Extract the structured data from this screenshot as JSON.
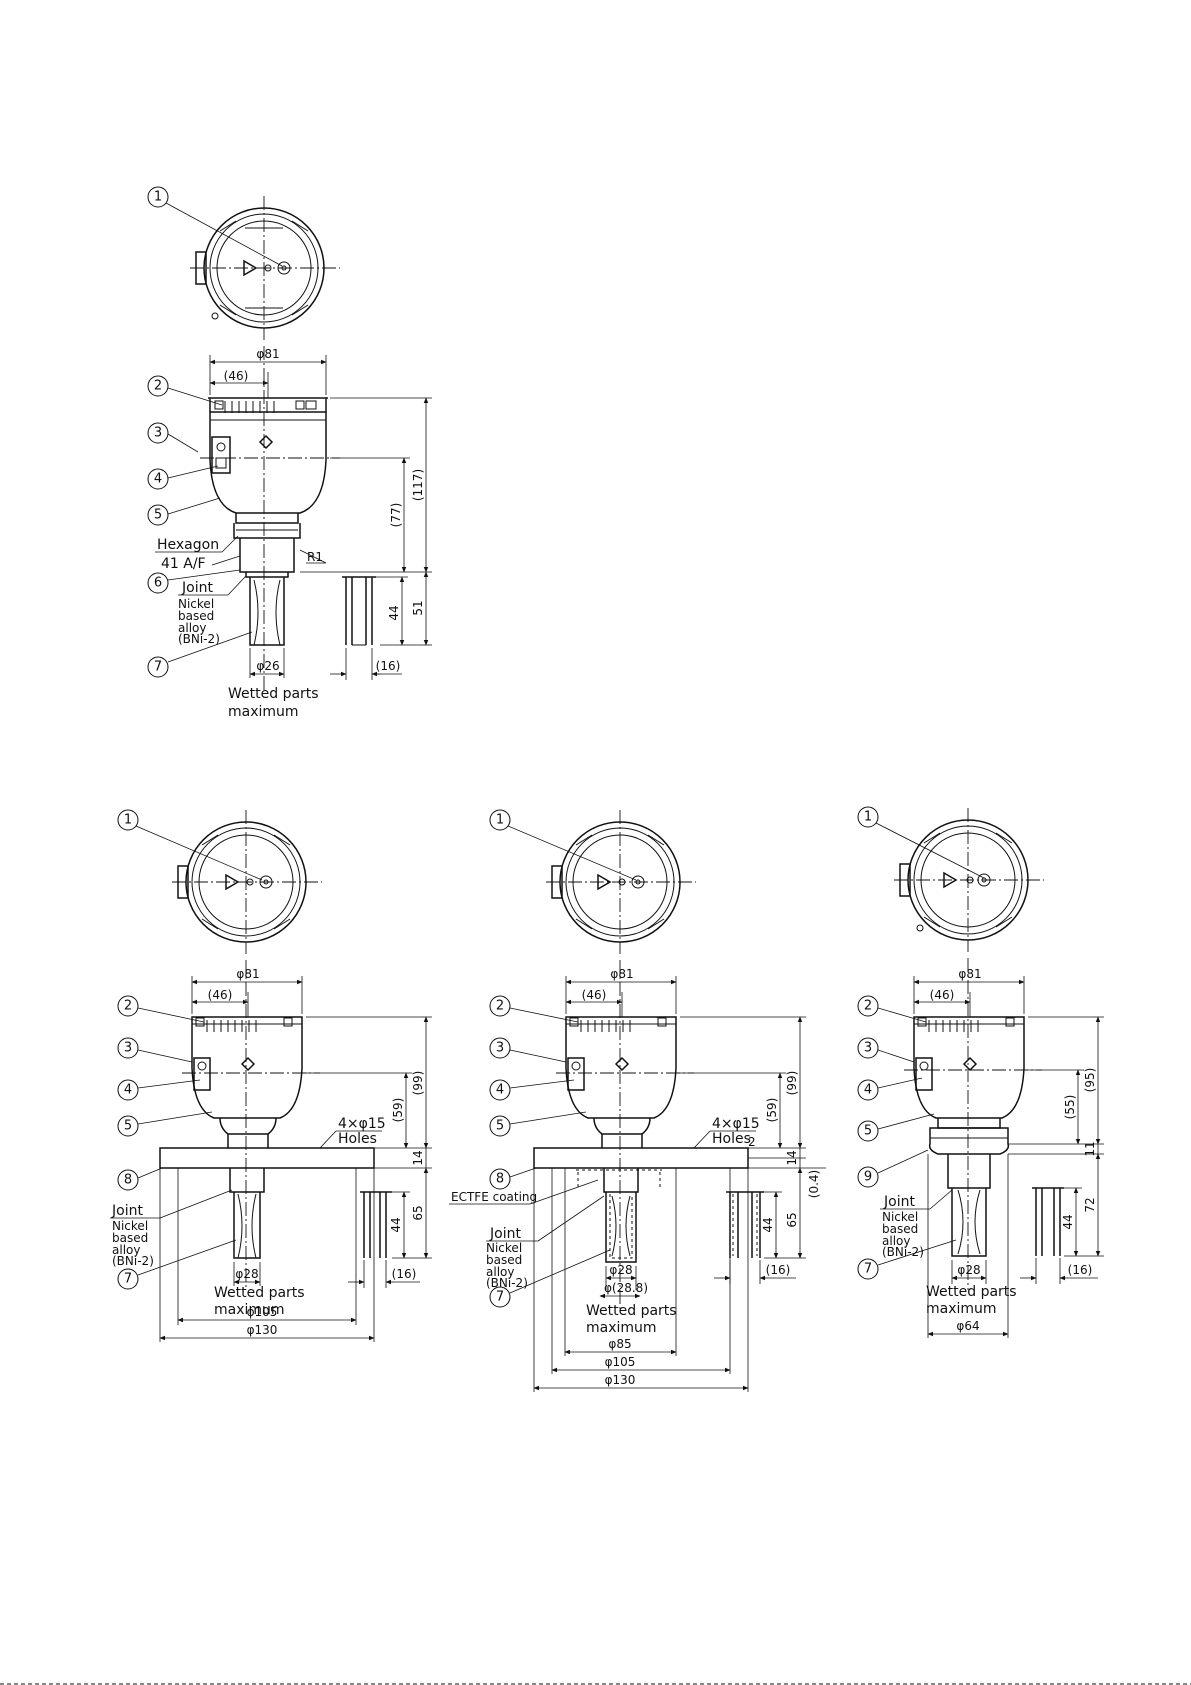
{
  "common": {
    "callouts": [
      "1",
      "2",
      "3",
      "4",
      "5",
      "6",
      "7",
      "8",
      "9"
    ],
    "dia81": "φ81",
    "w46": "(46)",
    "joint": "Joint",
    "alloy": [
      "Nickel",
      "based",
      "alloy",
      "(BNi-2)"
    ],
    "wetted": [
      "Wetted parts",
      "maximum"
    ],
    "d16": "(16)",
    "d44": "44"
  },
  "view_a": {
    "hexagon": [
      "Hexagon",
      "41 A/F"
    ],
    "thread": "R1",
    "h117": "(117)",
    "h77": "(77)",
    "h51": "51",
    "d26": "φ26"
  },
  "view_b": {
    "holes": [
      "4×φ15",
      "Holes"
    ],
    "h99": "(99)",
    "h59": "(59)",
    "h14": "14",
    "h65": "65",
    "d28": "φ28",
    "d105": "φ105",
    "d130": "φ130"
  },
  "view_c": {
    "holes": [
      "4×φ15",
      "Holes"
    ],
    "coating": "ECTFE coating",
    "h99": "(99)",
    "h59": "(59)",
    "h14": "14",
    "h2": "2",
    "h04": "(0.4)",
    "h65": "65",
    "d28": "φ28",
    "d288": "φ(28.8)",
    "d85": "φ85",
    "d105": "φ105",
    "d130": "φ130"
  },
  "view_d": {
    "h95": "(95)",
    "h55": "(55)",
    "h11": "11",
    "h72": "72",
    "d28": "φ28",
    "d64": "φ64"
  }
}
